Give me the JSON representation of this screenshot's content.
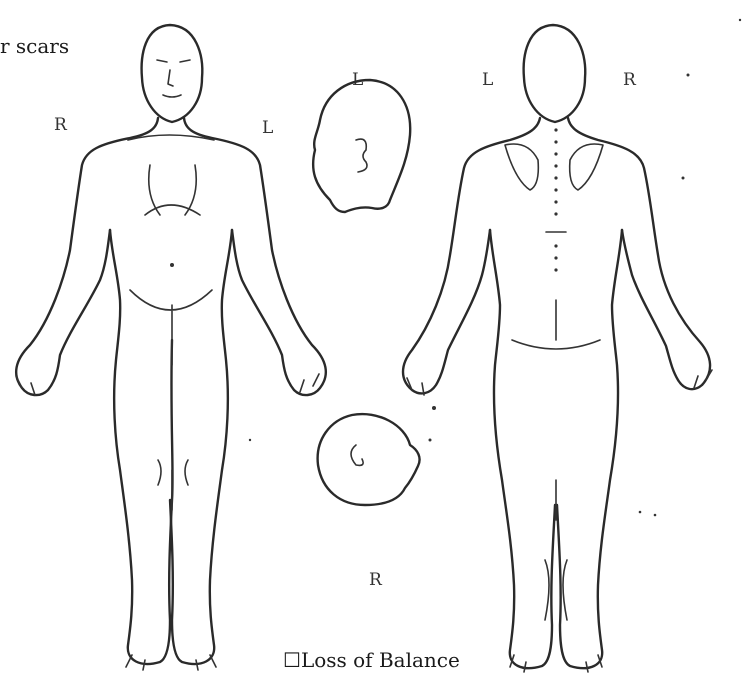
{
  "header": {
    "partial_text": "r scars"
  },
  "footer": {
    "checkbox_symbol": "☐",
    "checkbox_label": "Loss of Balance"
  },
  "labels": {
    "front_right": "R",
    "front_left": "L",
    "head_top": "L",
    "head_bottom": "R",
    "back_left": "L",
    "back_right": "R"
  }
}
